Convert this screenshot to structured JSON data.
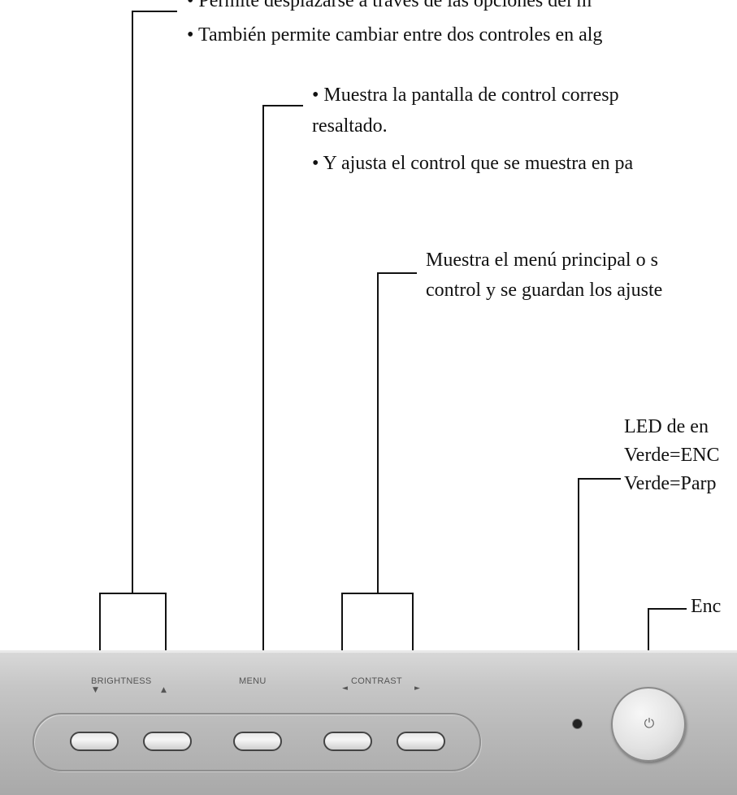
{
  "callouts": {
    "line1": "• Permite desplazarse a través de las opciones del m",
    "line2": "• También permite cambiar entre dos controles en alg",
    "menu_line1": "• Muestra la pantalla de control corresp",
    "menu_line2": "resaltado.",
    "menu_line3": "• Y ajusta el control que se muestra en pa",
    "contrast_line1": "Muestra el menú principal o s",
    "contrast_line2": "control y se guardan los ajuste",
    "led_line1": "LED de en",
    "led_line2": "Verde=ENC",
    "led_line3": "Verde=Parp",
    "power_line1": "Enc"
  },
  "panel": {
    "brightness_label": "BRIGHTNESS",
    "menu_label": "MENU",
    "contrast_label": "CONTRAST",
    "brightness_down_glyph": "▼",
    "brightness_up_glyph": "▲",
    "contrast_left_glyph": "◄",
    "contrast_right_glyph": "►",
    "power_glyph": "⏻"
  }
}
